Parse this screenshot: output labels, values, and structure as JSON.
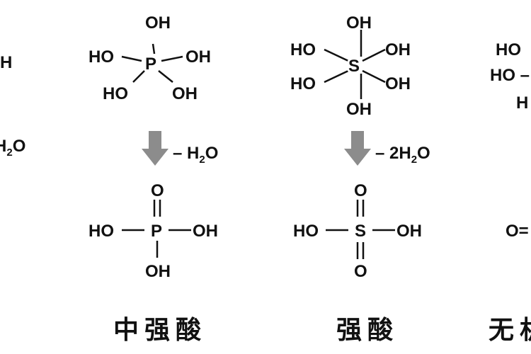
{
  "atoms": {
    "oh": "OH",
    "ho": "HO",
    "p": "P",
    "s": "S",
    "o": "O",
    "h": "H",
    "ho_dash": "HO –",
    "o_eq": "O="
  },
  "phosphoric": {
    "loss": "– H",
    "loss_sub": "2",
    "loss_end": "O",
    "label": "中强酸"
  },
  "sulfuric": {
    "loss": "– 2H",
    "loss_sub": "2",
    "loss_end": "O",
    "label": "强酸"
  },
  "left_partial": {
    "h": "H",
    "loss": "H",
    "loss_sub": "2",
    "loss_end": "O"
  },
  "right_partial": {
    "label": "无机"
  },
  "colors": {
    "arrow": "#8c8c8c",
    "text": "#111111"
  }
}
